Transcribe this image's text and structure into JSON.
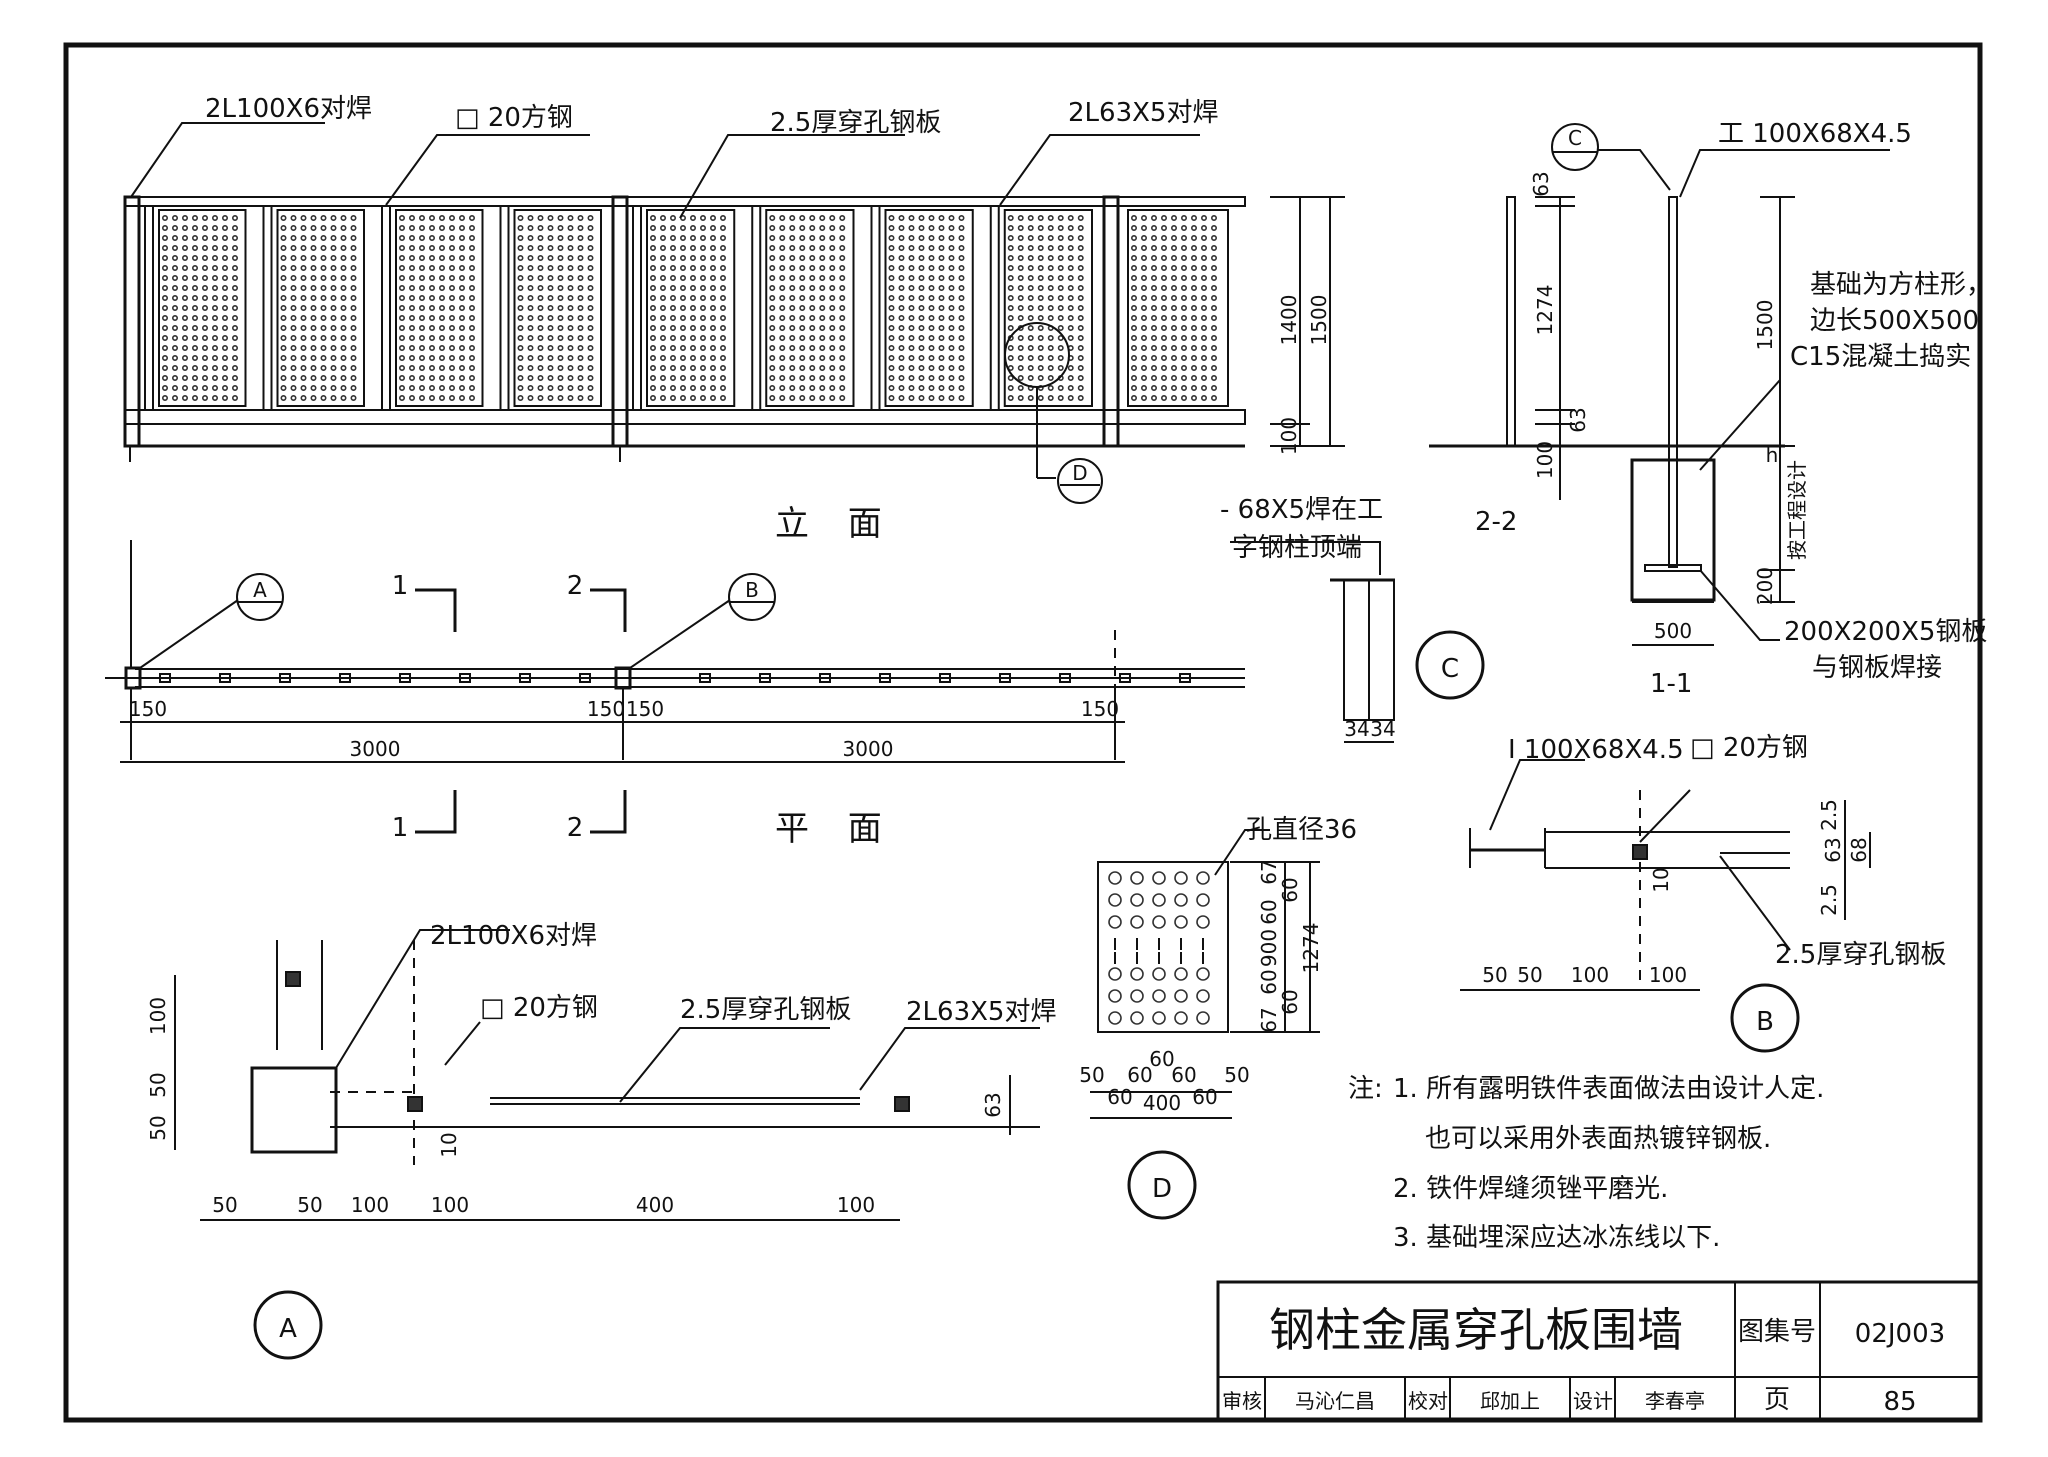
{
  "elevation": {
    "title": "立 面",
    "callouts": [
      "2L100X6对焊",
      "□ 20方钢",
      "2.5厚穿孔钢板",
      "2L63X5对焊"
    ],
    "dims": [
      "1400",
      "1500",
      "100"
    ],
    "detail_mark": "D"
  },
  "plan": {
    "title": "平 面",
    "section_marks": [
      "1",
      "2",
      "1",
      "2"
    ],
    "detail_marks": [
      "A",
      "B"
    ],
    "dims": [
      "150",
      "150",
      "150",
      "150",
      "3000",
      "3000"
    ]
  },
  "section_22": {
    "title": "2-2",
    "dims": [
      "63",
      "1274",
      "63",
      "100"
    ]
  },
  "section_11": {
    "title": "1-1",
    "callouts": [
      "工 100X68X4.5",
      "基础为方柱形，",
      "边长500X500",
      "C15混凝土捣实",
      "200X200X5钢板",
      "与钢板焊接"
    ],
    "dims": [
      "1500",
      "h",
      "按工程设计",
      "200",
      "500"
    ],
    "detail_mark": "C"
  },
  "detail_c": {
    "mark": "C",
    "callout": [
      "- 68X5焊在工",
      "字钢柱顶端"
    ],
    "dims": [
      "34",
      "34"
    ]
  },
  "detail_a": {
    "mark": "A",
    "callouts": [
      "2L100X6对焊",
      "□ 20方钢",
      "2.5厚穿孔钢板",
      "2L63X5对焊"
    ],
    "dims_h": [
      "50",
      "50",
      "100",
      "100",
      "400",
      "100"
    ],
    "dims_v": [
      "100",
      "50",
      "50",
      "63",
      "10"
    ]
  },
  "detail_b": {
    "mark": "B",
    "callouts": [
      "I 100X68X4.5",
      "□ 20方钢",
      "2.5厚穿孔钢板"
    ],
    "dims_h": [
      "50",
      "50",
      "100",
      "100"
    ],
    "dims_v": [
      "2.5",
      "63",
      "68",
      "2.5",
      "10"
    ]
  },
  "detail_d": {
    "mark": "D",
    "callout": "孔直径36",
    "dims_v": [
      "67",
      "60",
      "60",
      "900",
      "60",
      "60",
      "67",
      "1274"
    ],
    "dims_h_top": [
      "60",
      "60",
      "60"
    ],
    "dims_h_bottom": [
      "50",
      "60",
      "60",
      "50"
    ],
    "total": "400"
  },
  "notes": {
    "heading": "注:",
    "items": [
      "1. 所有露明铁件表面做法由设计人定.",
      "也可以采用外表面热镀锌钢板.",
      "2. 铁件焊缝须锉平磨光.",
      "3. 基础埋深应达冰冻线以下."
    ]
  },
  "title_block": {
    "title": "钢柱金属穿孔板围墙",
    "atlas_label": "图集号",
    "atlas_no": "02J003",
    "page_label": "页",
    "page_no": "85",
    "review_label": "审核",
    "review_sig": "马沁仁昌",
    "check_label": "校对",
    "check_sig": "邱加上",
    "design_label": "设计",
    "design_sig": "李春亭"
  }
}
